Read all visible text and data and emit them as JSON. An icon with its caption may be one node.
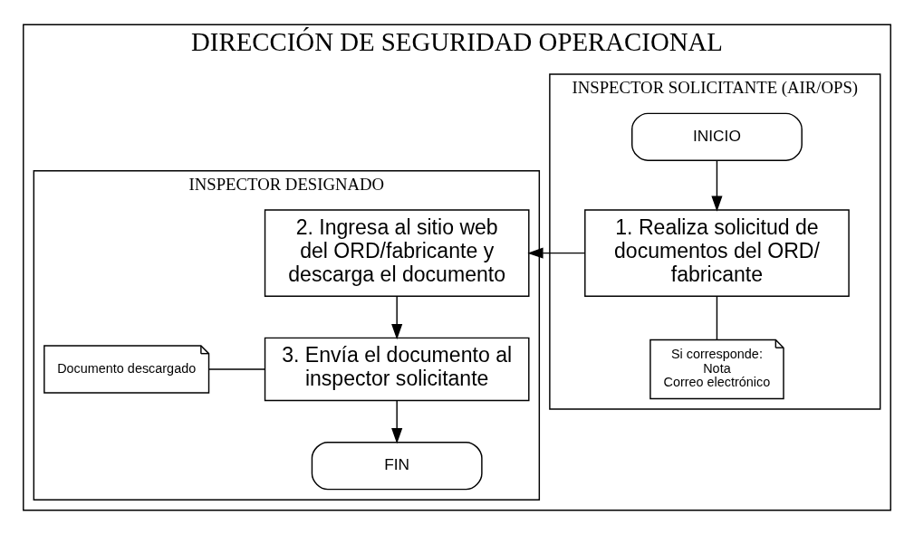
{
  "diagram": {
    "nodes": [
      {
        "text": [
          "DIRECCIÓN DE SEGURIDAD OPERACIONAL"
        ]
      },
      {
        "text": [
          "INSPECTOR SOLICITANTE (AIR/OPS)"
        ],
        "in": 0
      },
      {
        "text": [
          "INICIO"
        ],
        "in": 1
      },
      {
        "text": [
          "1. Realiza solicitud de documentos del ORD/ fabricante"
        ],
        "in": 1
      },
      {
        "text": [
          "Si corresponde:",
          "Nota",
          "Correo electrónico"
        ],
        "in": 1
      },
      {
        "text": [
          "INSPECTOR DESIGNADO"
        ],
        "in": 0
      },
      {
        "text": [
          "2. Ingresa al sitio web del ORD/fabricante y descarga el documento"
        ],
        "in": 5
      },
      {
        "text": [
          "Documento descargado"
        ],
        "in": 5
      },
      {
        "text": [
          "3. Envía el documento al inspector solicitante"
        ],
        "in": 5
      },
      {
        "text": [
          "FIN"
        ],
        "in": 5
      }
    ],
    "edges": [
      {
        "from": 2,
        "to": 3,
        "arrow": "to"
      },
      {
        "from": 3,
        "to": 4,
        "arrow": "none"
      },
      {
        "from": 3,
        "to": 6,
        "arrow": "to"
      },
      {
        "from": 6,
        "to": 8,
        "arrow": "to"
      },
      {
        "from": 7,
        "to": 8,
        "arrow": "none"
      },
      {
        "from": 8,
        "to": 9,
        "arrow": "to"
      }
    ]
  }
}
